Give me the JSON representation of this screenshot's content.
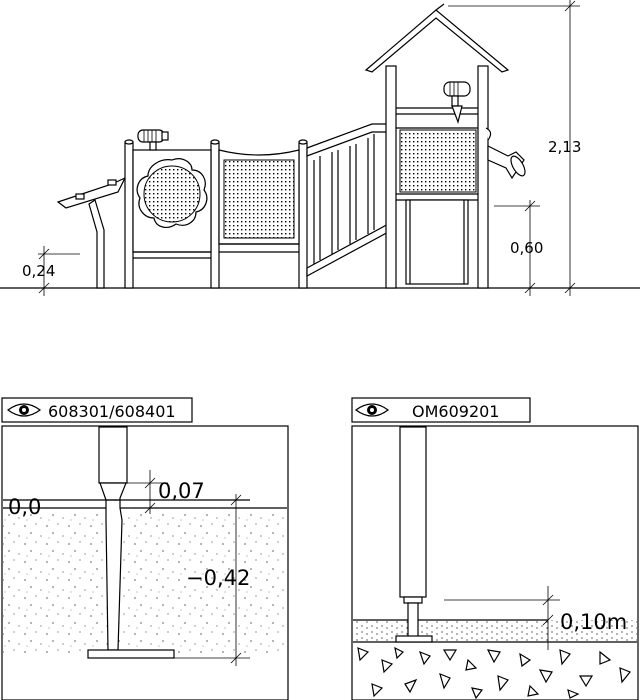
{
  "elevation": {
    "dim_total_height": "2,13",
    "dim_platform_height": "0,60",
    "dim_left_height": "0,24"
  },
  "detail_left": {
    "code": "608301/608401",
    "level_zero": "0,0",
    "dim_above": "0,07",
    "dim_depth": "−0,42"
  },
  "detail_right": {
    "code": "OM609201",
    "dim_height": "0,10m"
  }
}
